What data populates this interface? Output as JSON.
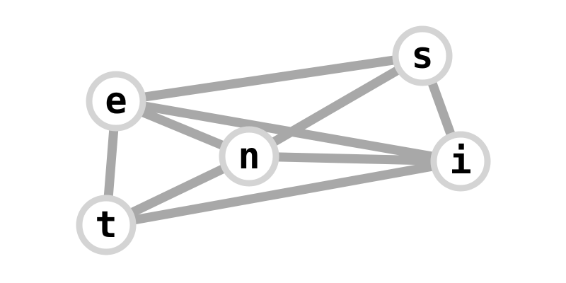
{
  "graph": {
    "nodes": [
      {
        "id": "e",
        "label": "e"
      },
      {
        "id": "s",
        "label": "s"
      },
      {
        "id": "n",
        "label": "n"
      },
      {
        "id": "i",
        "label": "i"
      },
      {
        "id": "t",
        "label": "t"
      }
    ],
    "edges": [
      {
        "from": "e",
        "to": "s"
      },
      {
        "from": "e",
        "to": "n"
      },
      {
        "from": "e",
        "to": "i"
      },
      {
        "from": "e",
        "to": "t"
      },
      {
        "from": "s",
        "to": "n"
      },
      {
        "from": "s",
        "to": "i"
      },
      {
        "from": "n",
        "to": "i"
      },
      {
        "from": "n",
        "to": "t"
      },
      {
        "from": "t",
        "to": "i"
      }
    ]
  },
  "colors": {
    "edge": "#a8a8a8",
    "node_fill": "#ffffff",
    "node_ring": "#d4d4d4",
    "label": "#000000",
    "background": "#ffffff"
  }
}
